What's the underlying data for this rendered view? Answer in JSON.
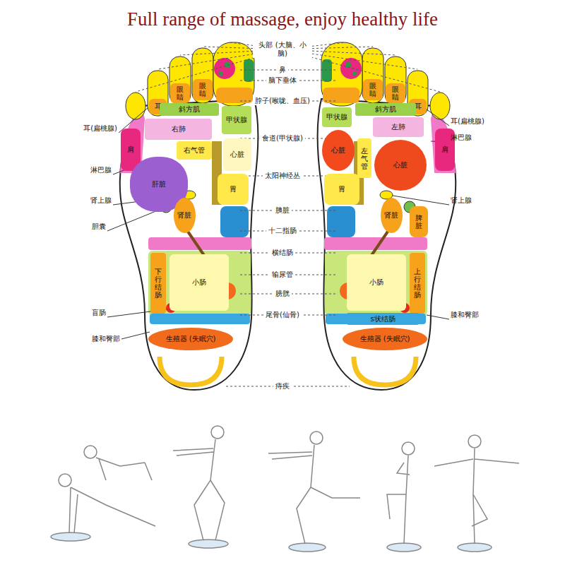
{
  "diagram": {
    "title": "Full range of massage, enjoy healthy life",
    "nodes": [
      {
        "text": [
          "耳"
        ]
      },
      {
        "text": [
          "眼睛"
        ]
      },
      {
        "text": [
          "眼睛"
        ]
      },
      {
        "text": [
          "斜方肌"
        ]
      },
      {
        "text": [
          "甲状腺"
        ]
      },
      {
        "text": [
          "右肺"
        ]
      },
      {
        "text": [
          "右气管"
        ]
      },
      {
        "text": [
          "心脏"
        ]
      },
      {
        "text": [
          "肩"
        ]
      },
      {
        "text": [
          "肝脏"
        ]
      },
      {
        "text": [
          "胃"
        ]
      },
      {
        "text": [
          "肾脏"
        ]
      },
      {
        "text": [
          "下行结肠"
        ]
      },
      {
        "text": [
          "小肠"
        ]
      },
      {
        "text": [
          "生殖器 (失眠穴)"
        ]
      },
      {
        "text": [
          "眼睛"
        ]
      },
      {
        "text": [
          "眼睛"
        ]
      },
      {
        "text": [
          "耳"
        ]
      },
      {
        "text": [
          "甲状腺"
        ]
      },
      {
        "text": [
          "斜方肌"
        ]
      },
      {
        "text": [
          "左肺"
        ]
      },
      {
        "text": [
          "心脏"
        ]
      },
      {
        "text": [
          "左气管"
        ]
      },
      {
        "text": [
          "心脏"
        ]
      },
      {
        "text": [
          "肩"
        ]
      },
      {
        "text": [
          "胃"
        ]
      },
      {
        "text": [
          "肾脏"
        ]
      },
      {
        "text": [
          "脾脏"
        ]
      },
      {
        "text": [
          "小肠"
        ]
      },
      {
        "text": [
          "上行结肠"
        ]
      },
      {
        "text": [
          "s状结肠"
        ]
      },
      {
        "text": [
          "生殖器 (失眠穴)"
        ]
      }
    ],
    "labels": [
      "头部 (大脑、小脑)",
      "鼻",
      "脑下垂体",
      "脖子(喉咙、血压)",
      "食道(甲状腺)",
      "太阳神经丛",
      "胰脏",
      "十二指肠",
      "横结肠",
      "输尿管",
      "膀胱",
      "尾骨(仙骨)",
      "痔疾",
      "耳(扁桃腺)",
      "淋巴腺",
      "肾上腺",
      "胆囊",
      "盲肠",
      "膝和臀部",
      "耳(扁桃腺)",
      "淋巴腺",
      "肾上腺",
      "膝和臀部"
    ]
  }
}
